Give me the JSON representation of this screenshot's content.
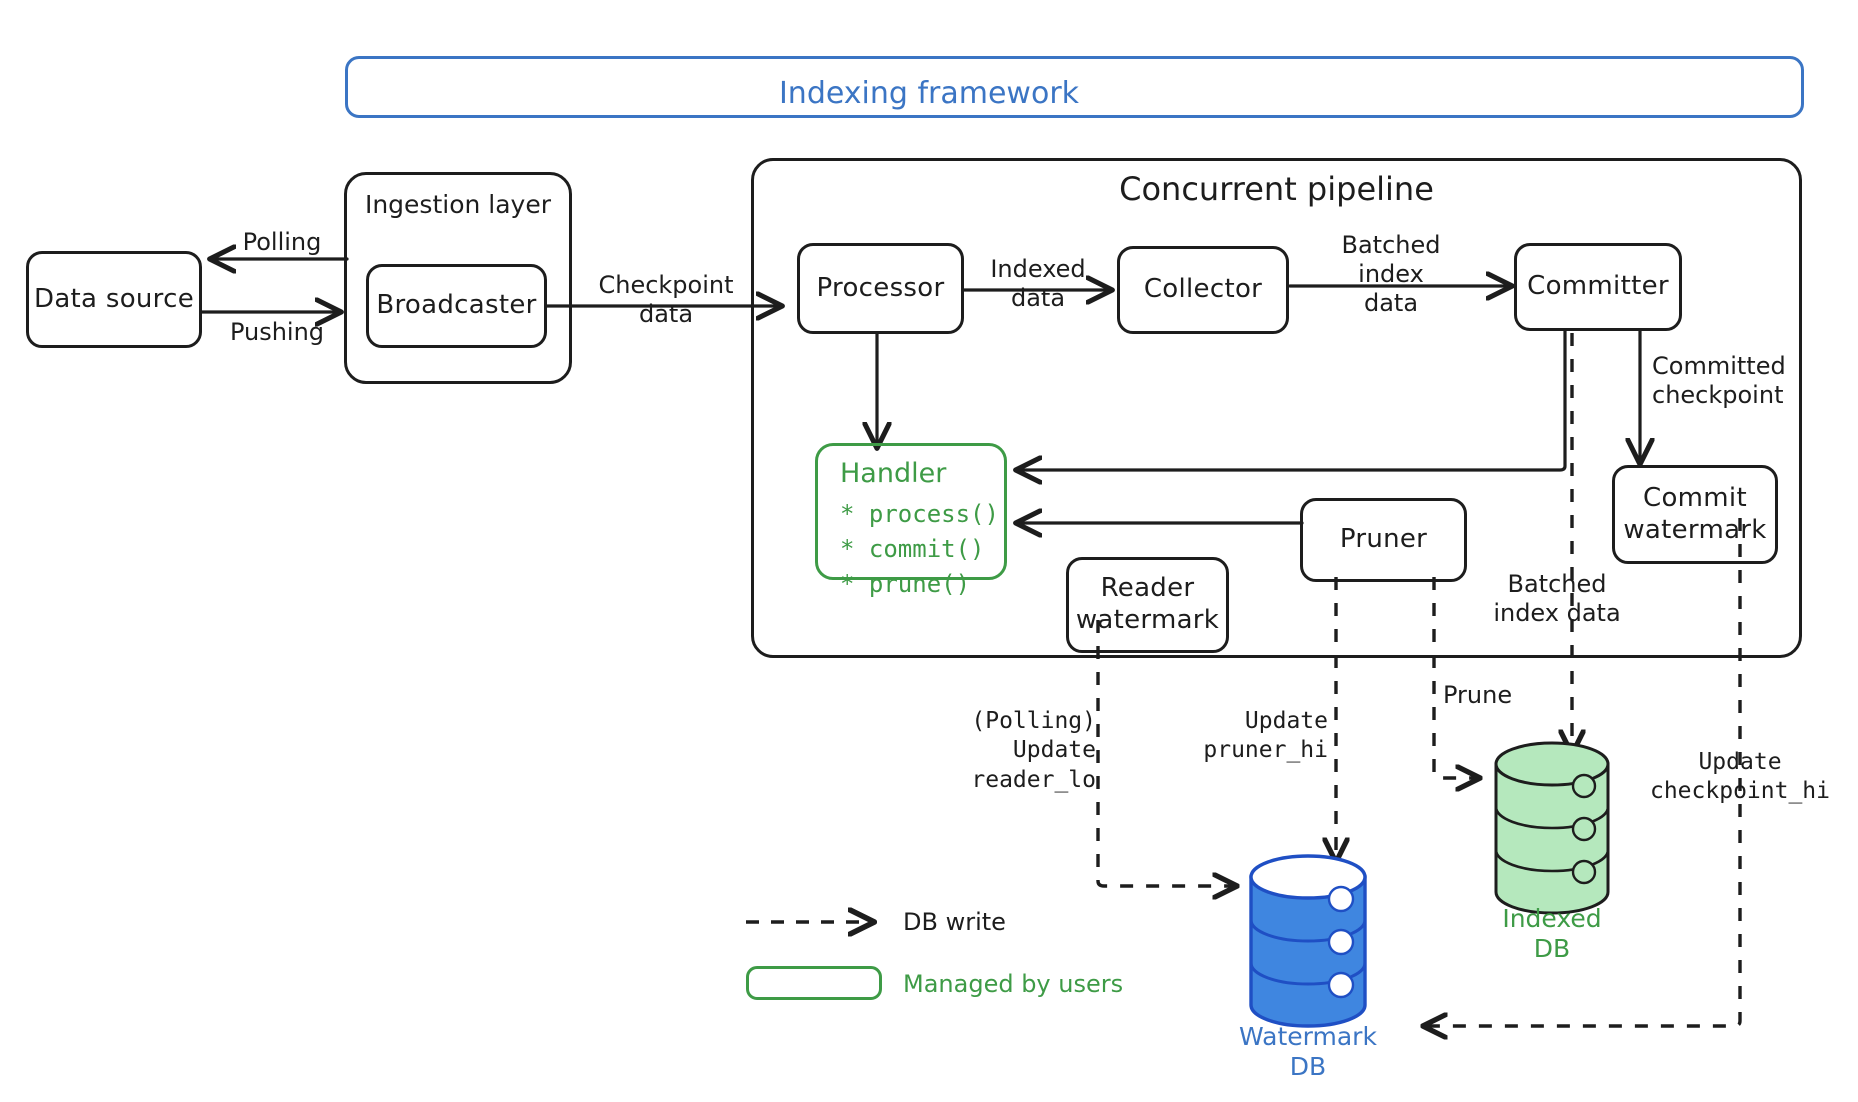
{
  "diagram": {
    "title": "Indexing framework",
    "accent_blue": "#3b75c4",
    "accent_green": "#3e9b46",
    "ink": "#1d1d1d"
  },
  "framework": {
    "label": "Indexing framework"
  },
  "groups": {
    "ingestion": {
      "label": "Ingestion layer"
    },
    "pipeline": {
      "label": "Concurrent pipeline"
    }
  },
  "nodes": {
    "data_source": {
      "label": "Data source"
    },
    "broadcaster": {
      "label": "Broadcaster"
    },
    "processor": {
      "label": "Processor"
    },
    "collector": {
      "label": "Collector"
    },
    "committer": {
      "label": "Committer"
    },
    "commit_watermark": {
      "label": "Commit\nwatermark"
    },
    "reader_watermark": {
      "label": "Reader\nwatermark"
    },
    "pruner": {
      "label": "Pruner"
    }
  },
  "handler": {
    "title": "Handler",
    "methods": [
      "* process()",
      "* commit()",
      "* prune()"
    ]
  },
  "edge_labels": {
    "polling": "Polling",
    "pushing": "Pushing",
    "checkpoint_data": "Checkpoint\ndata",
    "indexed_data": "Indexed\ndata",
    "batched_index_data": "Batched\nindex\ndata",
    "committed_checkpoint": "Committed\ncheckpoint",
    "batched_index_data_db": "Batched\nindex data",
    "prune": "Prune",
    "polling_update_reader_lo": "(Polling)\nUpdate\nreader_lo",
    "update_pruner_hi": "Update\npruner_hi",
    "update_checkpoint_hi": "Update\ncheckpoint_hi"
  },
  "databases": {
    "indexed_db": {
      "label": "Indexed\nDB",
      "color": "#3e9b46",
      "fill": "#b5e8bd"
    },
    "watermark_db": {
      "label": "Watermark\nDB",
      "color": "#3b75c4",
      "fill": "#3f86e0"
    }
  },
  "legend": {
    "db_write": "DB write",
    "managed_by_users": "Managed by users"
  }
}
